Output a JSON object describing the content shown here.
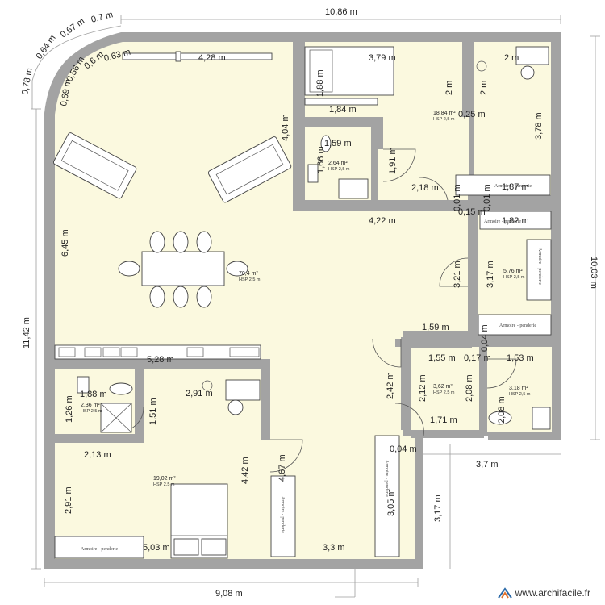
{
  "dimensions": {
    "overall_top": "10,86 m",
    "overall_right": "10,03 m",
    "overall_left": "11,42 m",
    "overall_bottom": "9,08 m",
    "bay_1": "0,7 m",
    "bay_2": "0,67 m",
    "bay_3": "0,64 m",
    "bay_4": "0,78 m",
    "bay_inner_1": "0,63 m",
    "bay_inner_2": "0,6 m",
    "bay_inner_3": "0,56 m",
    "bay_inner_4": "0,69 m",
    "living_top": "4,28 m",
    "living_left": "6,45 m",
    "living_right": "4,04 m",
    "living_bottom": "5,28 m",
    "room_top_width": "3,79 m",
    "closet_h": "1,88 m",
    "closet_w": "1,84 m",
    "bath_small_w": "1,59 m",
    "bath_small_h": "1,66 m",
    "door_a": "1,91 m",
    "door_b": "2,18 m",
    "office_w": "2 m",
    "office_h1": "2 m",
    "office_h2": "2 m",
    "office_gap": "0,25 m",
    "office_right": "3,78 m",
    "wardrobe_1": "1,87 m",
    "tiny_1": "0,01 m",
    "tiny_2": "0,01 m",
    "tiny_3": "0,15 m",
    "corridor_w": "4,22 m",
    "wardrobe_2": "1,82 m",
    "hall_h1": "3,21 m",
    "hall_h2": "3,17 m",
    "hall_w": "1,59 m",
    "hall_gap": "0,04 m",
    "wc_w1": "1,55 m",
    "wc_gap": "0,17 m",
    "wc_w2": "1,53 m",
    "wc_h1": "2,42 m",
    "wc_h2": "2,12 m",
    "wc_h3": "2,08 m",
    "wc_h4": "2,08 m",
    "wc_bottom": "1,71 m",
    "sdb_w": "1,88 m",
    "sdb_h": "1,26 m",
    "sdb_h2": "1,51 m",
    "sdb_bottom": "2,13 m",
    "desk_w": "2,91 m",
    "bed_h": "4,42 m",
    "bed_h2": "4,67 m",
    "bed_left": "2,91 m",
    "bed_bottom": "5,03 m",
    "bed_bottom2": "3,3 m",
    "entry_gap": "0,04 m",
    "entry_h": "3,05 m",
    "ext_w": "3,7 m",
    "ext_h": "3,17 m"
  },
  "rooms": {
    "living": {
      "area": "70,4 m²",
      "hsp": "HSP 2,5 m"
    },
    "top_room": {
      "area": "18,84 m²",
      "hsp": "HSP 2,5 m"
    },
    "small_bath": {
      "area": "2,64 m²",
      "hsp": "HSP 2,5 m"
    },
    "dressing": {
      "area": "5,76 m²",
      "hsp": "HSP 2,5 m"
    },
    "wc_room": {
      "area": "3,62 m²",
      "hsp": "HSP 2,5 m"
    },
    "shower_room": {
      "area": "3,18 m²",
      "hsp": "HSP 2,5 m"
    },
    "sdb": {
      "area": "2,36 m²",
      "hsp": "HSP 2,5 m"
    },
    "bedroom": {
      "area": "19,02 m²",
      "hsp": "HSP 2,5 m"
    }
  },
  "furniture_labels": {
    "wardrobe": "Armoire - penderie"
  },
  "watermark": {
    "text": "www.archifacile.fr"
  },
  "colors": {
    "wall": "#a3a3a3",
    "floor": "#fbf9df",
    "dim_line": "#9e9e9e"
  }
}
